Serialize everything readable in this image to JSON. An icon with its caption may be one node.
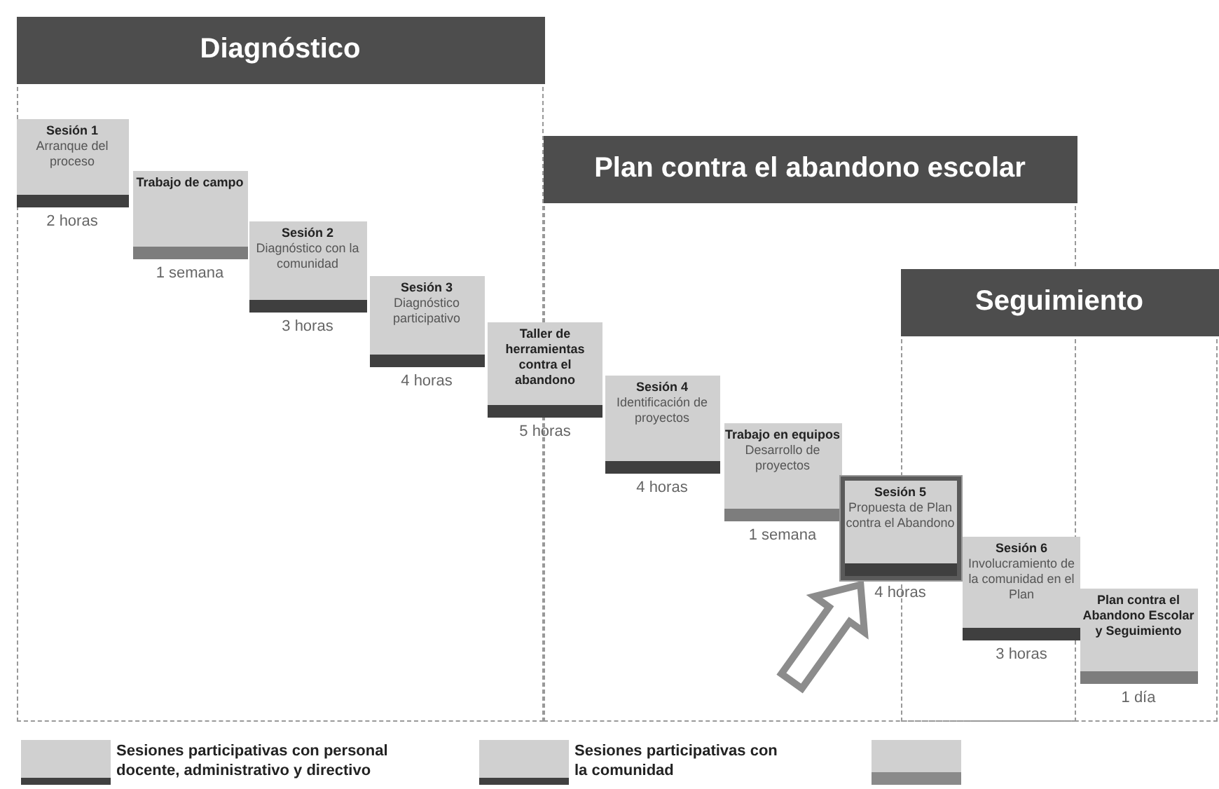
{
  "diagram": {
    "nodes": [
      {
        "text": [
          "Diagnóstico"
        ]
      },
      {
        "text": [
          "Plan contra el abandono escolar"
        ]
      },
      {
        "text": [
          "Seguimiento"
        ]
      },
      {
        "text": [
          "Sesión 1",
          "Arranque del proceso"
        ],
        "in": 0,
        "beside": [
          "2 horas"
        ]
      },
      {
        "text": [
          "Trabajo de campo"
        ],
        "in": 0,
        "beside": [
          "1 semana"
        ]
      },
      {
        "text": [
          "Sesión 2",
          "Diagnóstico con la comunidad"
        ],
        "in": 0,
        "beside": [
          "3 horas"
        ]
      },
      {
        "text": [
          "Sesión 3",
          "Diagnóstico participativo"
        ],
        "in": 0,
        "beside": [
          "4 horas"
        ]
      },
      {
        "text": [
          "Taller de herramientas contra el abandono"
        ],
        "beside": [
          "5 horas"
        ]
      },
      {
        "text": [
          "Sesión 4",
          "Identificación de proyectos"
        ],
        "in": 1,
        "beside": [
          "4 horas"
        ]
      },
      {
        "text": [
          "Trabajo en equipos",
          "Desarrollo de proyectos"
        ],
        "in": 1,
        "beside": [
          "1 semana"
        ]
      },
      {
        "text": [
          "Sesión 5",
          "Propuesta de Plan contra el Abandono"
        ],
        "in": 1,
        "beside": [
          "4 horas"
        ]
      },
      {
        "text": [
          "Sesión 6",
          "Involucramiento de la comunidad en el Plan"
        ],
        "beside": [
          "3 horas"
        ]
      },
      {
        "text": [
          "Plan contra el Abandono Escolar y Seguimiento"
        ],
        "in": 2,
        "beside": [
          "1 día"
        ]
      },
      {
        "text": [],
        "shape": "box"
      }
    ],
    "edges": [
      {
        "from": null,
        "to": 10,
        "arrow": "to"
      }
    ],
    "legend": [
      {
        "text": "Sesiones participativas con personal docente, administrativo y directivo",
        "color": "#404040"
      },
      {
        "text": "Sesiones participativas con la comunidad",
        "color": "#404040"
      }
    ]
  }
}
